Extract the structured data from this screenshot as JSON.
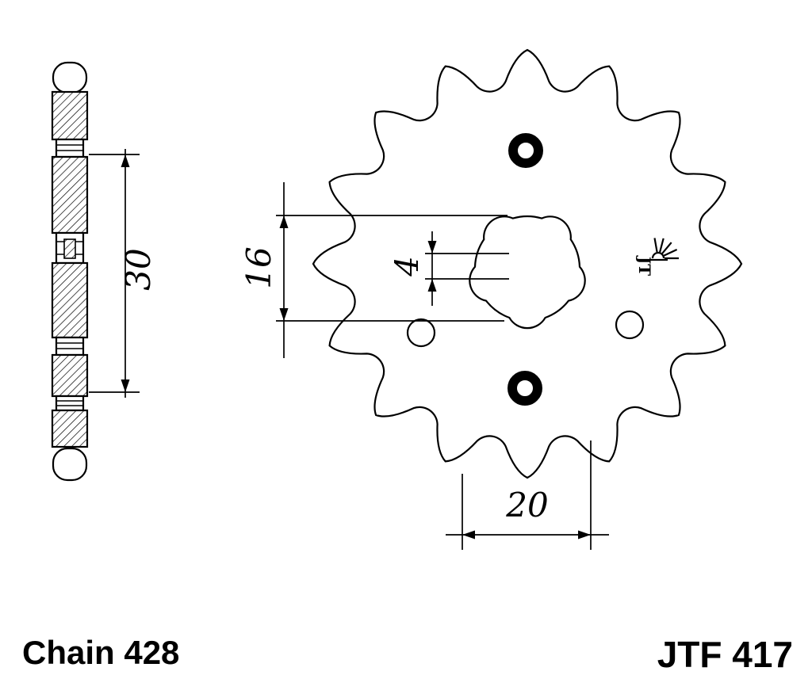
{
  "footer": {
    "chain_label": "Chain 428",
    "part_number": "JTF 417"
  },
  "dimensions": {
    "side_width": "30",
    "shaft_width": "16",
    "spline_depth": "4",
    "bore_diameter": "20"
  },
  "logo": {
    "text": "JT"
  },
  "colors": {
    "ink": "#000000",
    "background": "#ffffff"
  }
}
